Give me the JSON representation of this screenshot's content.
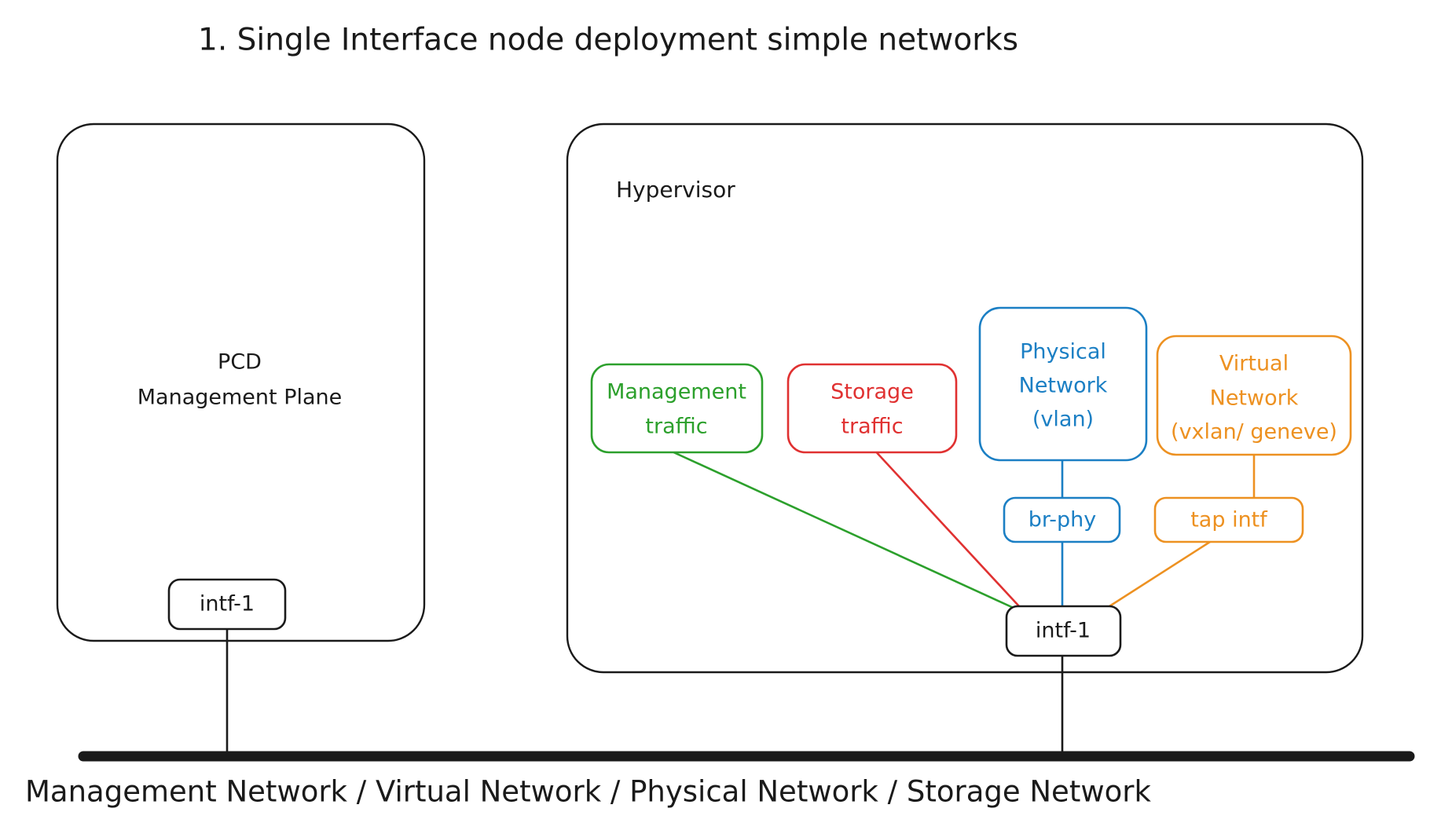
{
  "title": "1. Single Interface node deployment simple networks",
  "colors": {
    "black": "#1a1a1a",
    "green": "#2ca02c",
    "red": "#e03131",
    "blue": "#1b7fc4",
    "orange": "#ed9121",
    "background": "#ffffff"
  },
  "left_panel": {
    "name": "pcd-management-plane-panel",
    "body_line_1": "PCD",
    "body_line_2": "Management Plane",
    "interface": {
      "label": "intf-1"
    }
  },
  "right_panel": {
    "name": "hypervisor-panel",
    "label": "Hypervisor",
    "interface": {
      "label": "intf-1"
    },
    "nodes": [
      {
        "id": "management-traffic",
        "color": "green",
        "lines": [
          "Management",
          "traffic"
        ]
      },
      {
        "id": "storage-traffic",
        "color": "red",
        "lines": [
          "Storage",
          "traffic"
        ]
      },
      {
        "id": "physical-network",
        "color": "blue",
        "lines": [
          "Physical",
          "Network",
          "(vlan)"
        ]
      },
      {
        "id": "virtual-network",
        "color": "orange",
        "lines": [
          "Virtual",
          "Network",
          "(vxlan/ geneve)"
        ]
      },
      {
        "id": "br-phy",
        "color": "blue",
        "lines": [
          "br-phy"
        ]
      },
      {
        "id": "tap-intf",
        "color": "orange",
        "lines": [
          "tap intf"
        ]
      }
    ]
  },
  "bottom_bus": {
    "label": "Management Network / Virtual Network / Physical Network / Storage Network"
  }
}
